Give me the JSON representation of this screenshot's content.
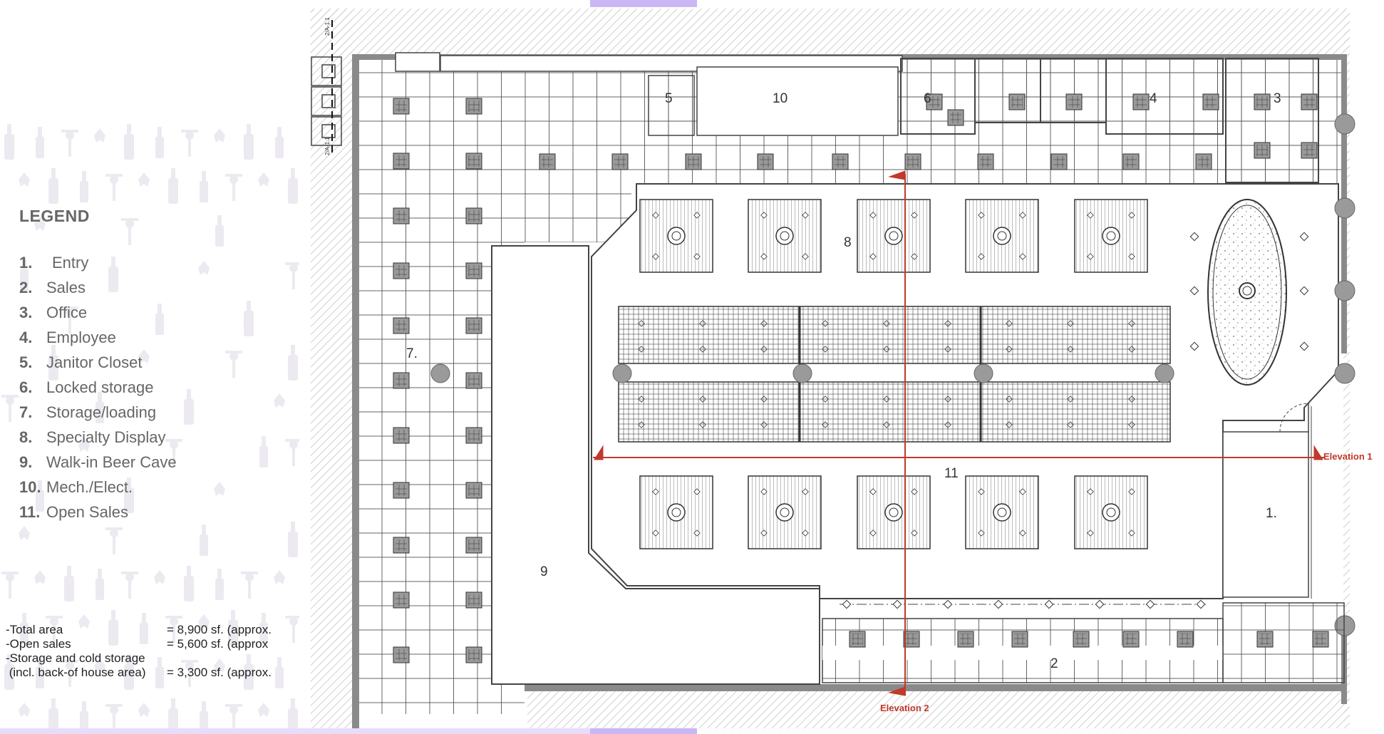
{
  "legend": {
    "title": "LEGEND",
    "items": [
      {
        "num": "1.",
        "label": "Entry"
      },
      {
        "num": "2.",
        "label": "Sales"
      },
      {
        "num": "3.",
        "label": "Office"
      },
      {
        "num": "4.",
        "label": "Employee"
      },
      {
        "num": "5.",
        "label": "Janitor Closet"
      },
      {
        "num": "6.",
        "label": "Locked storage"
      },
      {
        "num": "7.",
        "label": "Storage/loading"
      },
      {
        "num": "8.",
        "label": "Specialty Display"
      },
      {
        "num": "9.",
        "label": "Walk-in Beer Cave"
      },
      {
        "num": "10.",
        "label": "Mech./Elect."
      },
      {
        "num": "11.",
        "label": "Open Sales"
      }
    ]
  },
  "areas": [
    {
      "label": "-Total area",
      "value": "= 8,900 sf. (approx."
    },
    {
      "label": "-Open sales",
      "value": "= 5,600 sf. (approx"
    },
    {
      "label": "-Storage and cold storage",
      "value": ""
    },
    {
      "label": " (incl. back-of house area)",
      "value": "= 3,300 sf. (approx."
    }
  ],
  "plan_labels": {
    "room_1": "1.",
    "room_2": "2",
    "room_3": "3",
    "room_4": "4",
    "room_5": "5",
    "room_6": "6",
    "room_7": "7.",
    "room_8": "8",
    "room_9": "9",
    "room_10": "10",
    "room_11": "11",
    "elevation_1": "Elevation 1",
    "elevation_2": "Elevation 2",
    "section_tag_top": "2/A-1.1",
    "section_tag_bottom": "2/A-1.1"
  },
  "colors": {
    "wall": "#8a8a8a",
    "hatch": "#cfcfcf",
    "grid_line": "#444444",
    "elevation_red": "#c0392b",
    "accent_bar": "#c9b7f5",
    "column": "#9a9a9a"
  }
}
